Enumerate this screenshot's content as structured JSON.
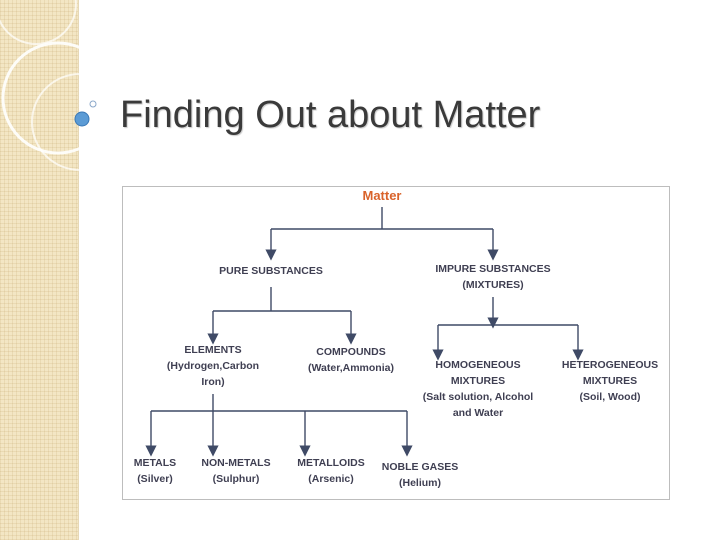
{
  "slide": {
    "title": "Finding Out about Matter"
  },
  "diagram": {
    "root": "Matter",
    "pure": "PURE SUBSTANCES",
    "impure": {
      "line1": "IMPURE SUBSTANCES",
      "line2": "(MIXTURES)"
    },
    "elements": {
      "line1": "ELEMENTS",
      "line2": "(Hydrogen,Carbon",
      "line3": "Iron)"
    },
    "compounds": {
      "line1": "COMPOUNDS",
      "line2": "(Water,Ammonia)"
    },
    "homogeneous": {
      "line1": "HOMOGENEOUS",
      "line2": "MIXTURES",
      "line3": "(Salt solution, Alcohol",
      "line4": "and Water"
    },
    "heterogeneous": {
      "line1": "HETEROGENEOUS",
      "line2": "MIXTURES",
      "line3": "(Soil, Wood)"
    },
    "metals": {
      "line1": "METALS",
      "line2": "(Silver)"
    },
    "nonmetals": {
      "line1": "NON-METALS",
      "line2": "(Sulphur)"
    },
    "metalloids": {
      "line1": "METALLOIDS",
      "line2": "(Arsenic)"
    },
    "noble": {
      "line1": "NOBLE GASES",
      "line2": "(Helium)"
    },
    "colors": {
      "root": "#d9632b",
      "text": "#3f3f52",
      "lines": "#3f4a66"
    }
  }
}
